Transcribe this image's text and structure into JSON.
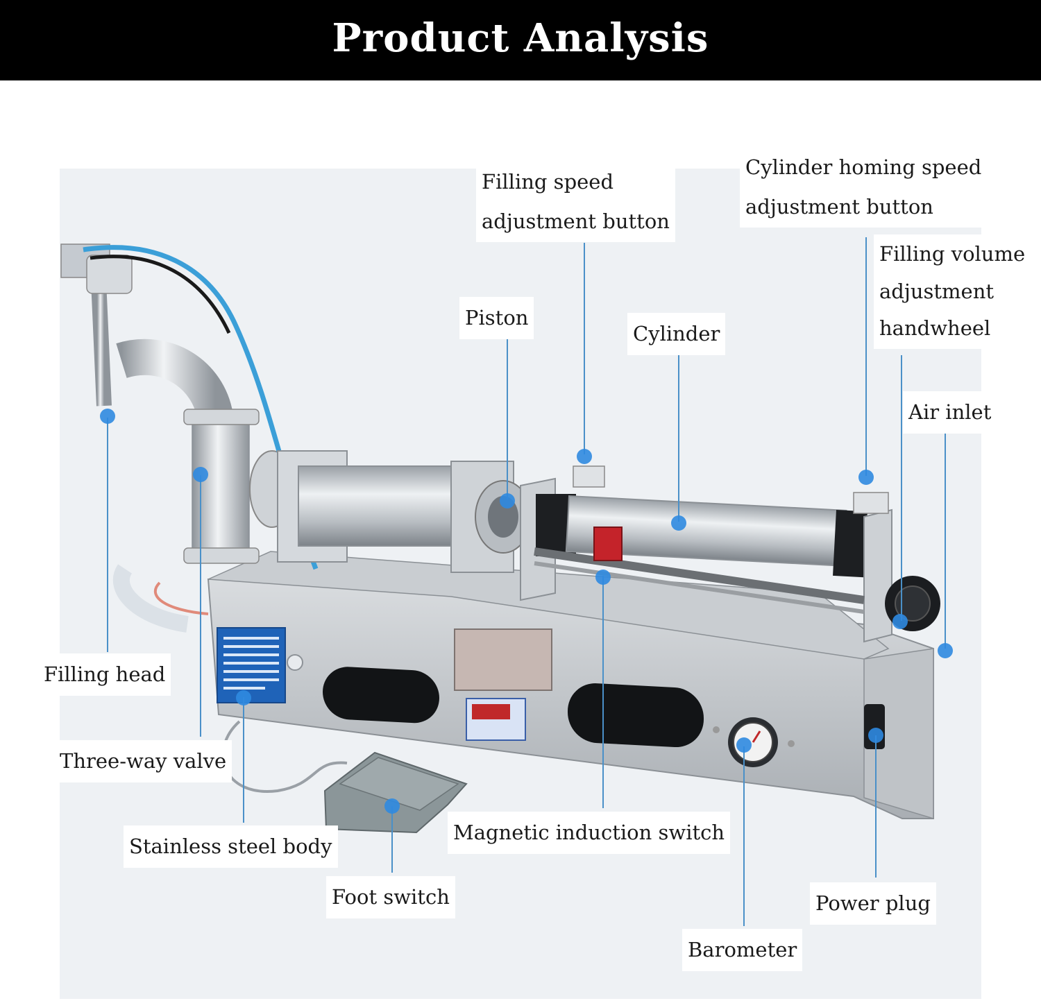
{
  "banner": {
    "title": "Product Analysis",
    "background": "#000000",
    "text_color": "#ffffff"
  },
  "colors": {
    "leader": "#4a90c8",
    "marker": "#2f8ae0",
    "steel": "#c8cdd2",
    "backdrop": "#eef1f4"
  },
  "labels": {
    "filling_speed": [
      "Filling speed",
      "adjustment button"
    ],
    "cylinder_homing": [
      "Cylinder homing speed",
      "adjustment button"
    ],
    "filling_volume": [
      "Filling volume",
      "adjustment",
      "handwheel"
    ],
    "piston": "Piston",
    "cylinder": "Cylinder",
    "air_inlet": "Air inlet",
    "filling_head": "Filling head",
    "three_way_valve": "Three-way valve",
    "stainless_body": "Stainless steel body",
    "foot_switch": "Foot switch",
    "magnetic_switch": "Magnetic induction switch",
    "barometer": "Barometer",
    "power_plug": "Power plug"
  }
}
